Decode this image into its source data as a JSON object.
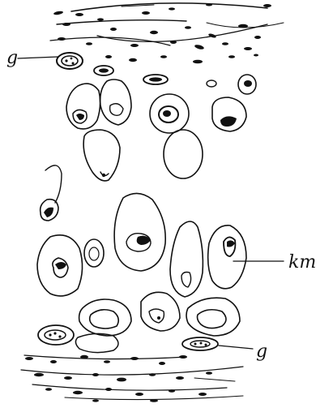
{
  "figure": {
    "labels": [
      {
        "id": "g-top",
        "text": "g"
      },
      {
        "id": "km",
        "text": "km"
      },
      {
        "id": "g-bottom",
        "text": "g"
      }
    ]
  }
}
